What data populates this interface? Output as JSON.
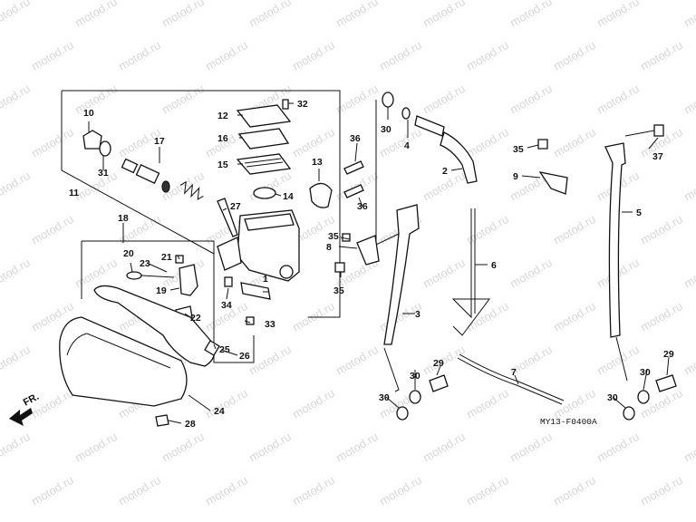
{
  "watermark": "motod.ru",
  "diagram_ref": "MY13-F0400A",
  "direction_label": "FR.",
  "callouts": [
    "1",
    "2",
    "3",
    "4",
    "5",
    "6",
    "7",
    "8",
    "9",
    "10",
    "11",
    "12",
    "13",
    "14",
    "15",
    "16",
    "17",
    "18",
    "19",
    "20",
    "21",
    "22",
    "23",
    "24",
    "25",
    "26",
    "27",
    "28",
    "29",
    "30",
    "31",
    "32",
    "33",
    "34",
    "35",
    "36",
    "37"
  ]
}
